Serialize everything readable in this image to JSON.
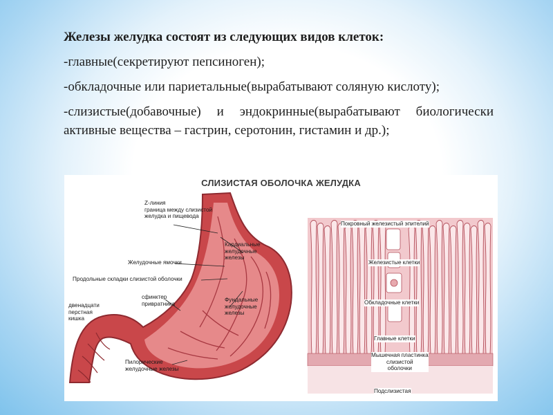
{
  "slide": {
    "heading": "Железы желудка состоят из следующих видов клеток:",
    "item_1": "-главные(секретируют пепсиноген);",
    "item_2": "-обкладочные или париетальные(вырабатывают соляную кислоту);",
    "item_3": "-слизистые(добавочные) и эндокринные(вырабатывают биологически активные вещества – гастрин, серотонин, гистамин и др.);"
  },
  "diagram": {
    "title": "СЛИЗИСТАЯ ОБОЛОЧКА ЖЕЛУДКА",
    "left_labels": {
      "z_line": "Z-линия\nграница между слизистой\nжелудка и пищевода",
      "cardiac_glands": "Кардиальные\nжелудочные\nжелезы",
      "gastric_pits": "Желудочные ямочки",
      "longitudinal_folds": "Продольные складки слизистой оболочки",
      "pyloric_sphincter": "сфинктер\nпривратника",
      "duodenum": "двенадцати\nперстная\nкишка",
      "fundic_glands": "Фундальные\nжелудочные\nжелезы",
      "pyloric_glands": "Пилорические\nжелудочные железы"
    },
    "right_labels": {
      "surface_epithelium": "Покровный железистый эпителий",
      "glandular_cells": "Железистые клетки",
      "parietal_cells": "Обкладочные клетки",
      "chief_cells": "Главные клетки",
      "muscularis_mucosae": "Мышечная пластинка\nслизистой\nоболочки",
      "submucosa": "Подслизистая"
    },
    "colors": {
      "stomach_fill": "#c9474a",
      "stomach_inner": "#e6898a",
      "tissue_light": "#f2c9cd",
      "tissue_line": "#b3505c"
    }
  }
}
